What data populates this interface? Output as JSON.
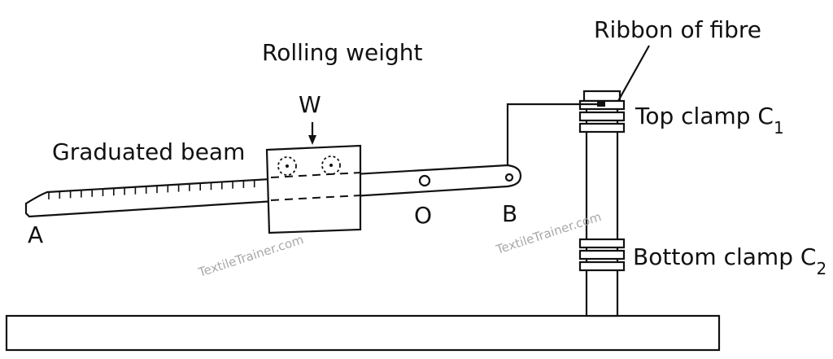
{
  "labels": {
    "rolling_weight": "Rolling weight",
    "weight_letter": "W",
    "graduated_beam": "Graduated beam",
    "point_a": "A",
    "pivot_o": "O",
    "point_b": "B",
    "ribbon_of_fibre": "Ribbon of fibre",
    "top_clamp": "Top clamp C",
    "top_clamp_sub": "1",
    "bottom_clamp": "Bottom clamp C",
    "bottom_clamp_sub": "2"
  },
  "watermarks": [
    "TextileTrainer.com",
    "TextileTrainer.com"
  ],
  "colors": {
    "line": "#111111",
    "watermark": "#a8a8a8",
    "background": "#ffffff"
  }
}
